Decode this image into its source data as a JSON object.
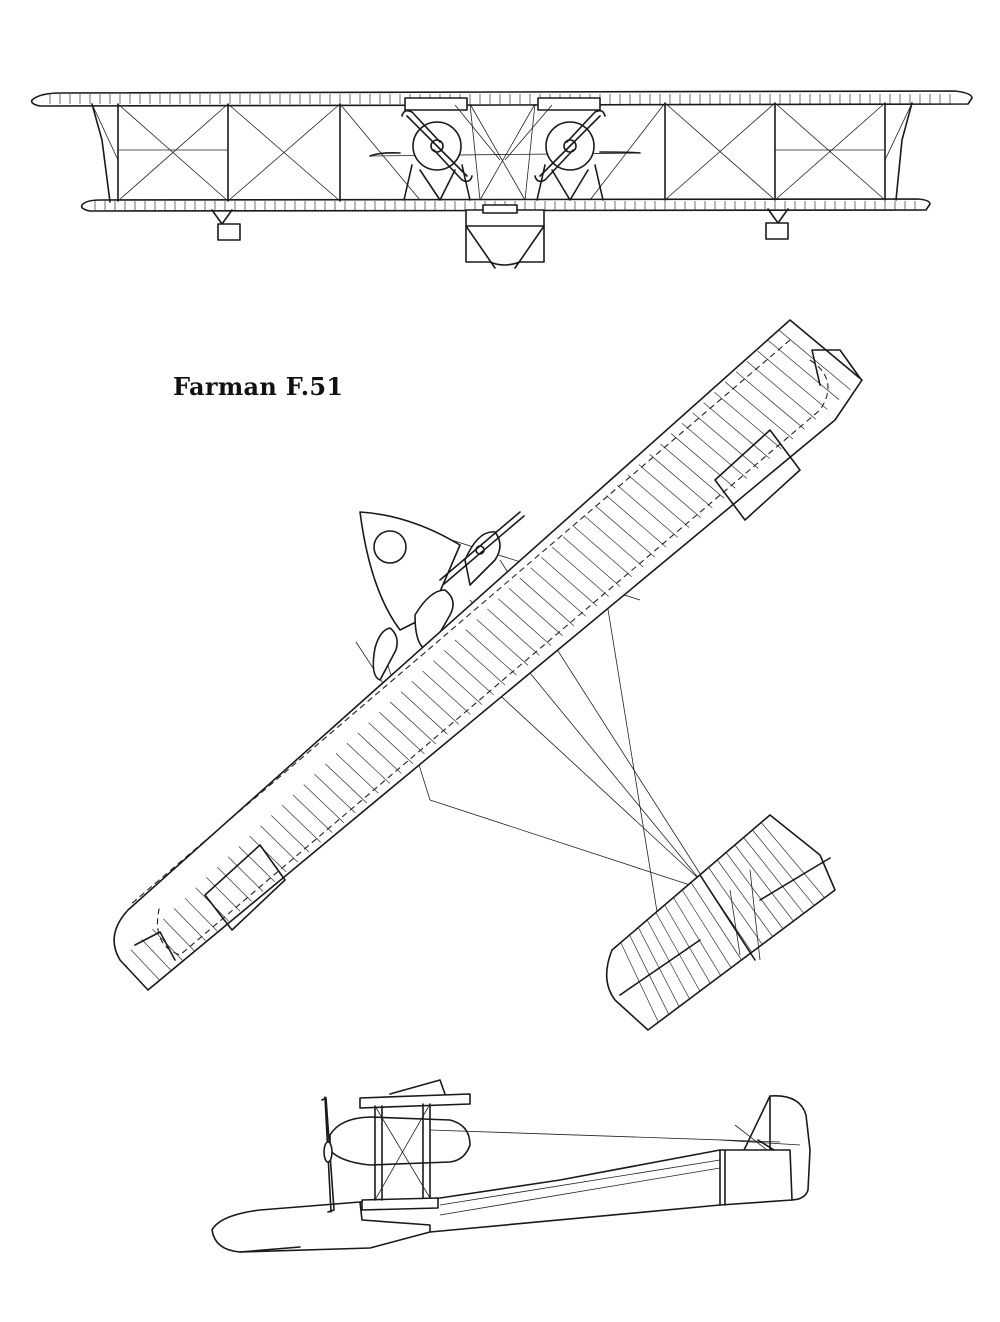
{
  "title": "Farman F.51",
  "views": [
    "front-view",
    "top-view",
    "side-view"
  ]
}
